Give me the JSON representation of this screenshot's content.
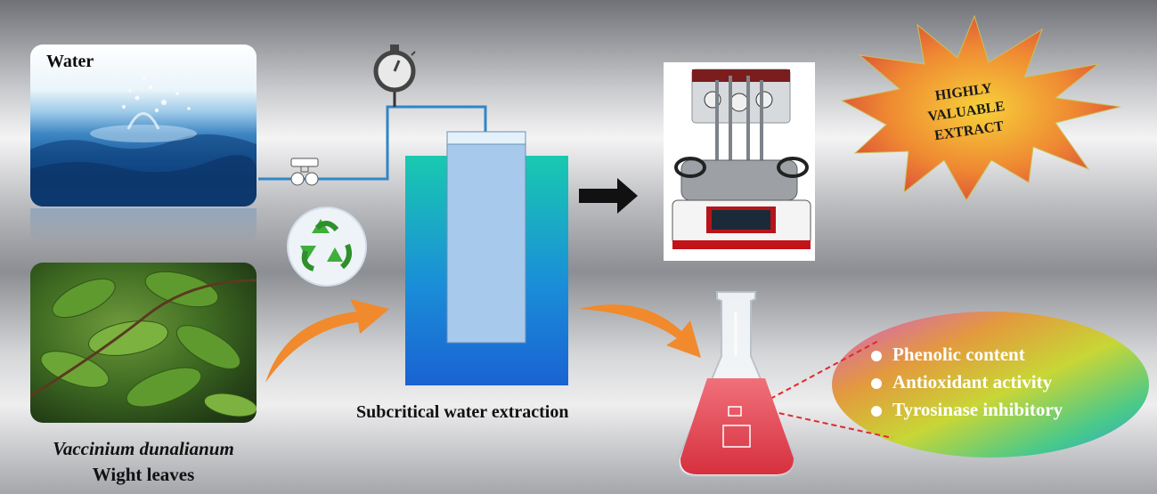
{
  "water": {
    "label": "Water"
  },
  "leaves": {
    "species": "Vaccinium dunalianum",
    "part": "Wight leaves"
  },
  "process": {
    "label": "Subcritical water extraction"
  },
  "highlight": {
    "line1": "HIGHLY",
    "line2": "VALUABLE",
    "line3": "EXTRACT"
  },
  "assays": [
    {
      "label": "Phenolic content"
    },
    {
      "label": "Antioxidant activity"
    },
    {
      "label": "Tyrosinase inhibitory"
    }
  ],
  "icons": {
    "gauge": "pressure-gauge-icon",
    "valve": "valve-icon",
    "recycle": "recycle-icon",
    "arrow": "arrow-right-icon",
    "flask": "erlenmeyer-flask-icon"
  },
  "colors": {
    "arrow_orange": "#f08a2c",
    "vessel_blue": "#1a6fd6",
    "vessel_teal": "#19c9b0",
    "flask_red": "#e0454b"
  }
}
